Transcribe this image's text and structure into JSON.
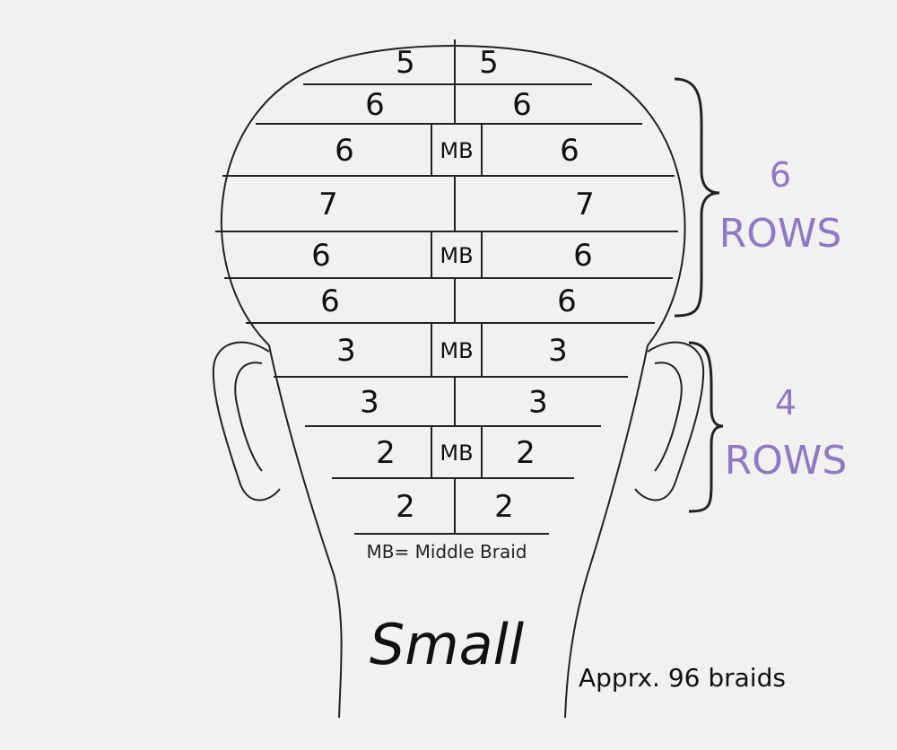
{
  "title": "Small",
  "caption": "Apprx. 96 braids",
  "legend": "MB= Middle Braid",
  "accent_color": "#8f79c4",
  "groups": [
    {
      "count": "6",
      "label": "ROWS"
    },
    {
      "count": "4",
      "label": "ROWS"
    }
  ],
  "rows": [
    {
      "left": "5",
      "right": "5",
      "middle": ""
    },
    {
      "left": "6",
      "right": "6",
      "middle": ""
    },
    {
      "left": "6",
      "right": "6",
      "middle": "MB"
    },
    {
      "left": "7",
      "right": "7",
      "middle": ""
    },
    {
      "left": "6",
      "right": "6",
      "middle": "MB"
    },
    {
      "left": "6",
      "right": "6",
      "middle": ""
    },
    {
      "left": "3",
      "right": "3",
      "middle": "MB"
    },
    {
      "left": "3",
      "right": "3",
      "middle": ""
    },
    {
      "left": "2",
      "right": "2",
      "middle": "MB"
    },
    {
      "left": "2",
      "right": "2",
      "middle": ""
    }
  ]
}
